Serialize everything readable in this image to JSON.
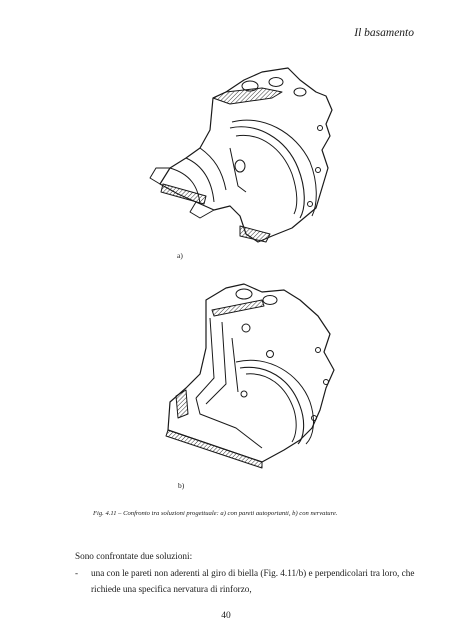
{
  "header": {
    "section_title": "Il basamento"
  },
  "figure": {
    "label_a": "a)",
    "label_b": "b)",
    "caption": "Fig. 4.11 – Confronto tra soluzioni progettuale: a) con pareti autoportanti, b) con nervature."
  },
  "body": {
    "intro": "Sono confrontate due soluzioni:",
    "list": [
      {
        "bullet": "-",
        "text": "una con le pareti non aderenti al giro di biella (Fig. 4.11/b) e perpendicolari tra loro, che richiede una specifica nervatura di rinforzo,"
      }
    ]
  },
  "footer": {
    "page_number": "40"
  }
}
